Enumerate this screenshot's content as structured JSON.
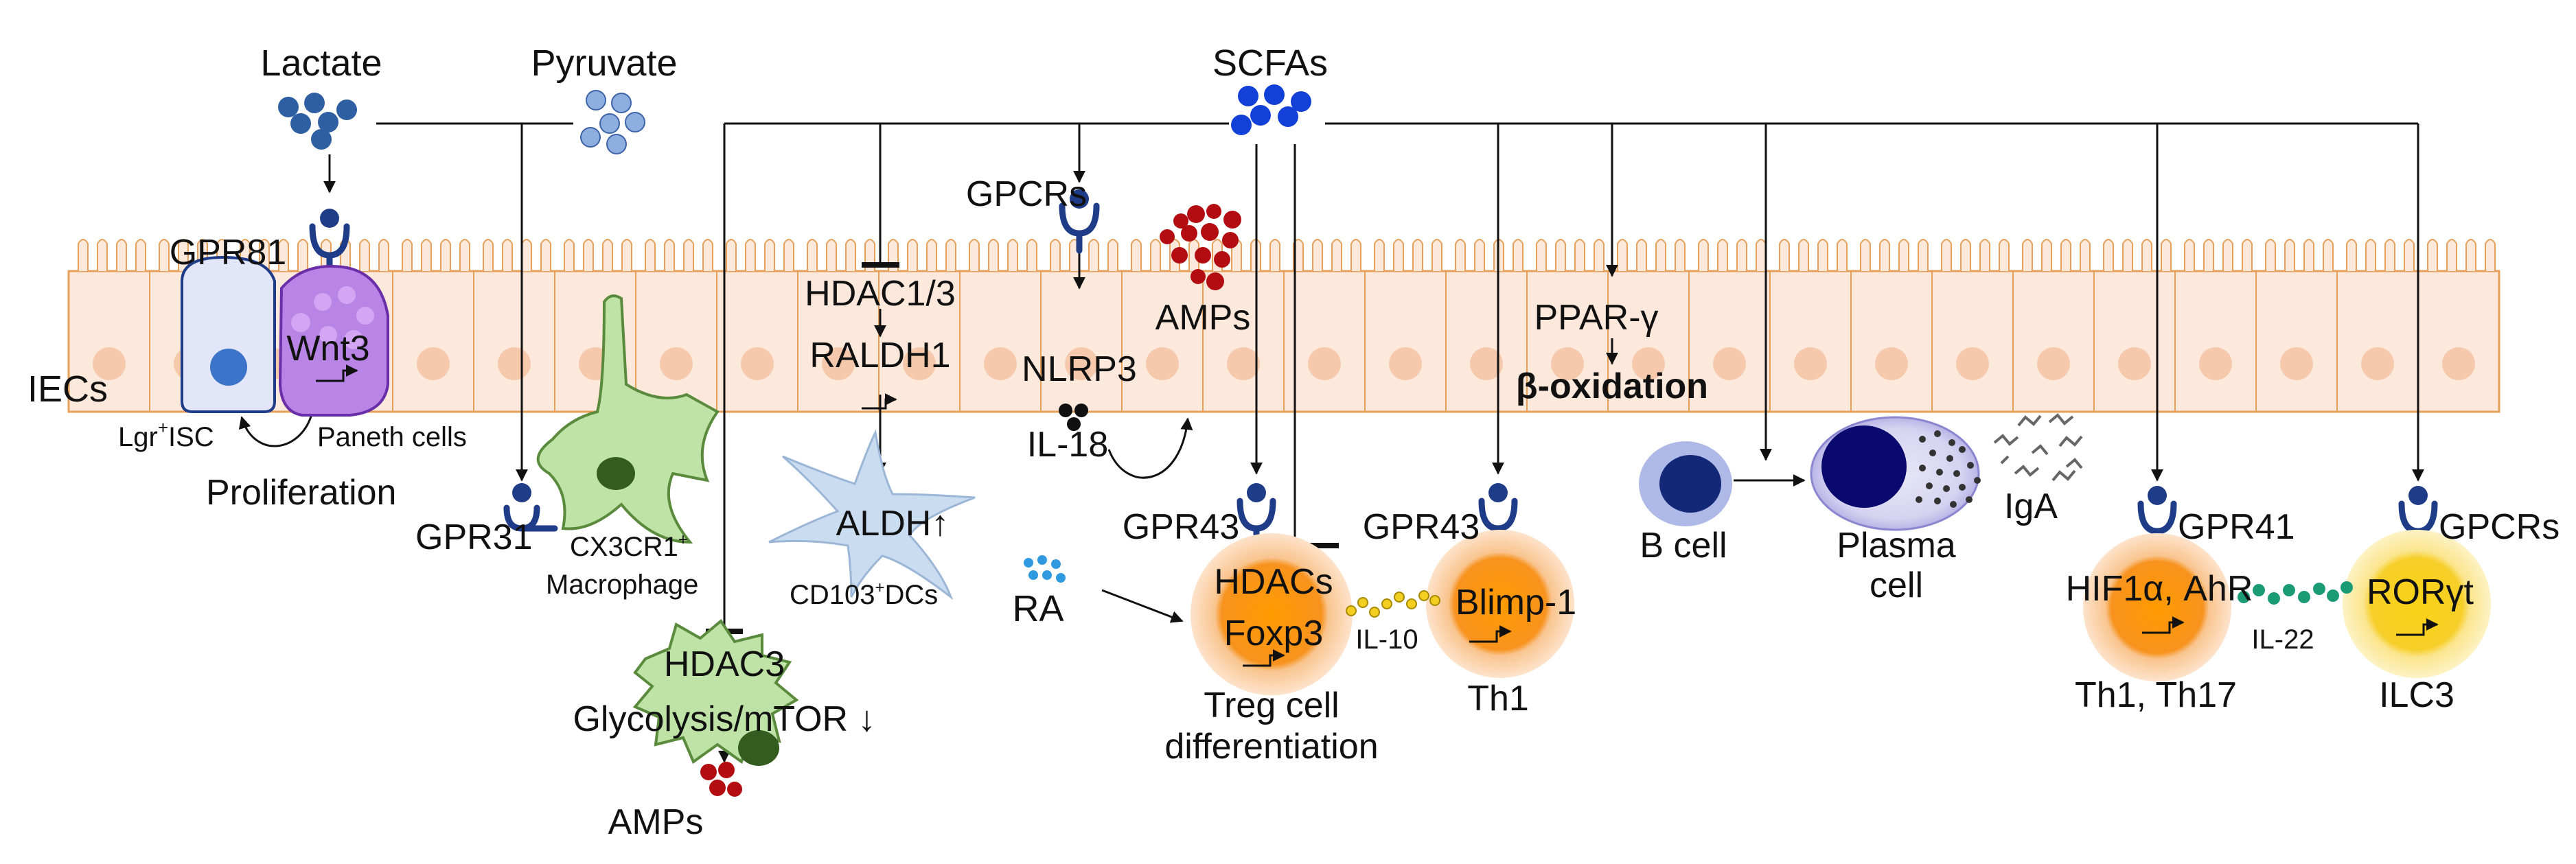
{
  "labels": {
    "lactate": "Lactate",
    "pyruvate": "Pyruvate",
    "scfas": "SCFAs",
    "gpr81": "GPR81",
    "wnt3": "Wnt3",
    "iecs": "IECs",
    "lgr_isc_prefix": "Lgr",
    "lgr_isc_sup": "+",
    "lgr_isc_suffix": "ISC",
    "paneth_cells": "Paneth cells",
    "proliferation": "Proliferation",
    "gpr31": "GPR31",
    "macrophage_line1_prefix": "CX3CR1",
    "macrophage_line1_sup": "+",
    "macrophage_line2": "Macrophage",
    "hdac13": "HDAC1/3",
    "raldh1": "RALDH1",
    "gpcrs_mid": "GPCRs",
    "nlrp3": "NLRP3",
    "il18": "IL-18",
    "amps_top": "AMPs",
    "aldh": "ALDH↑",
    "dcs_prefix": "CD103",
    "dcs_sup": "+",
    "dcs_suffix": "DCs",
    "ra": "RA",
    "hdac3": "HDAC3",
    "glycolysis": "Glycolysis/mTOR ↓",
    "amps_bottom": "AMPs",
    "gpr43_treg": "GPR43",
    "hdacs": "HDACs",
    "foxp3": "Foxp3",
    "il10": "IL-10",
    "treg_line1": "Treg cell",
    "treg_line2": "differentiation",
    "gpr43_th1": "GPR43",
    "blimp1": "Blimp-1",
    "th1": "Th1",
    "ppar": "PPAR-γ",
    "beta_ox": "β-oxidation",
    "b_cell": "B cell",
    "plasma_line1": "Plasma",
    "plasma_line2": "cell",
    "iga": "IgA",
    "gpr41": "GPR41",
    "hif1": "HIF1α, AhR",
    "il22": "IL-22",
    "th1_th17": "Th1, Th17",
    "gpcrs_ilc3": "GPCRs",
    "roryt": "RORγt",
    "ilc3": "ILC3"
  },
  "colors": {
    "receptor": "#1f3c88",
    "lactate_dot": "#2e5fa3",
    "pyruvate_dot": "#8eaee0",
    "scfa_dot": "#1340d6",
    "amp_dot": "#b30d12",
    "epithelium": "#fde8dc",
    "epithelium_edge": "#e6a05a",
    "paneth": "#b884e6",
    "isc": "#dfe2f7",
    "macrophage": "#bfe3a6",
    "dc": "#c9dcf0",
    "orange_cell": "#f39200",
    "il10_dot": "#e9c61a",
    "il22_dot": "#1a9b73",
    "ilc3_cell": "#f6d130",
    "b_cell": "#142878"
  }
}
